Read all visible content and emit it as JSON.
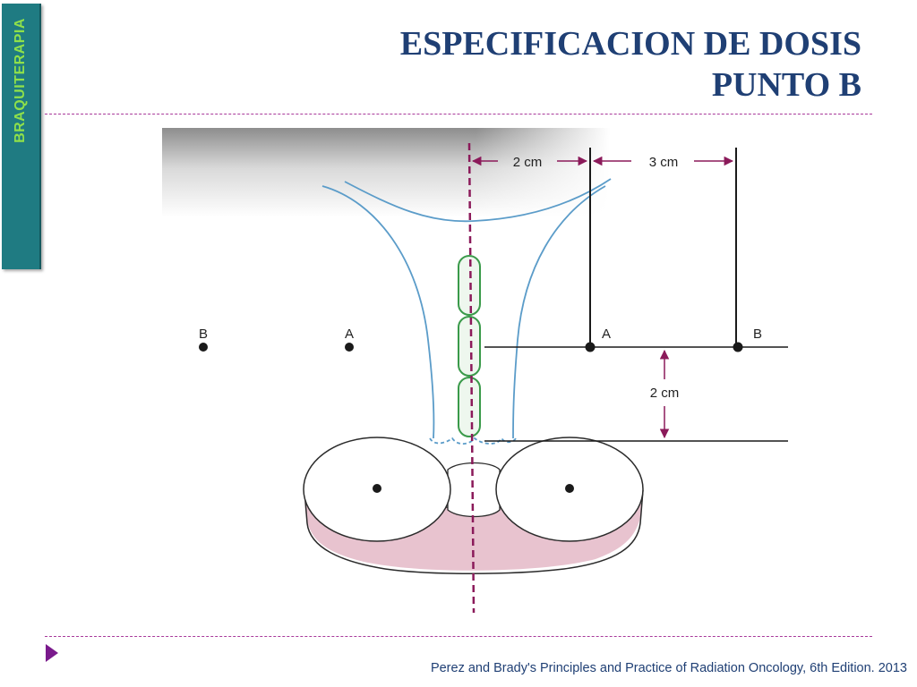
{
  "sidebar": {
    "label": "BRAQUITERAPIA"
  },
  "title": {
    "line1": "ESPECIFICACION DE DOSIS",
    "line2": "PUNTO B"
  },
  "figure": {
    "label_2cm_top": "2 cm",
    "label_3cm": "3 cm",
    "label_2cm_vertical": "2 cm",
    "point_b_left": "B",
    "point_a_left": "A",
    "point_a_right": "A",
    "point_b_right": "B"
  },
  "footer": {
    "citation": "Perez and Brady's Principles and Practice of Radiation Oncology, 6th Edition. 2013"
  },
  "colors": {
    "title": "#1f3f74",
    "sidebar_bg": "#1f7b82",
    "sidebar_text": "#8fe04a",
    "divider": "#a8399a",
    "isodose": "#5b9cc9",
    "tandem": "#3a9a4a",
    "axis": "#8b1a5a",
    "ovoid_fill": "#e8c3cf"
  }
}
